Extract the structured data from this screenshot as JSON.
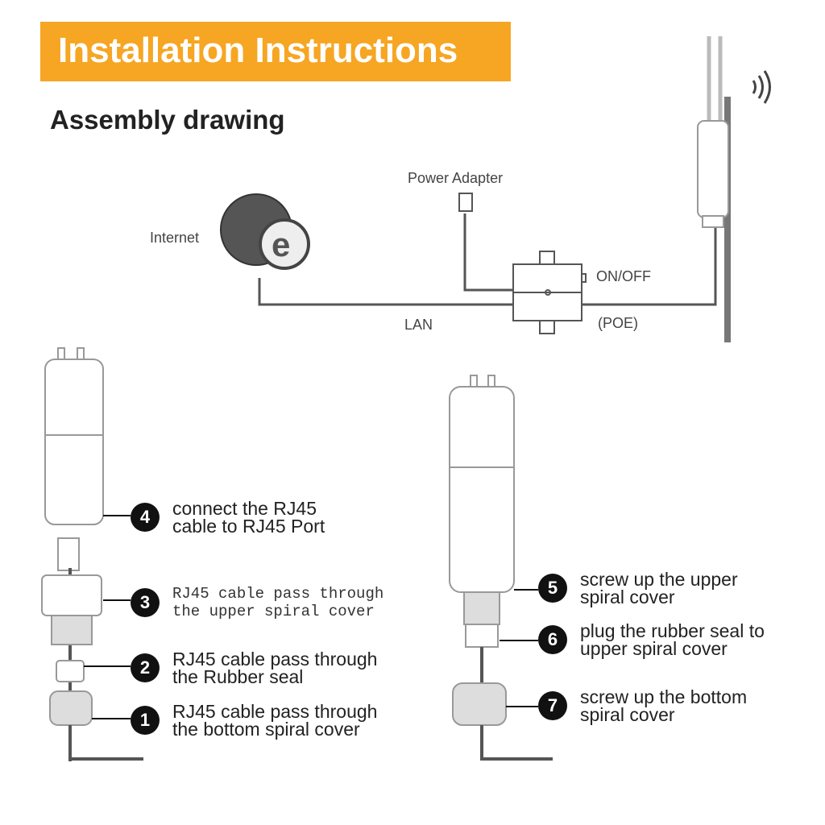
{
  "header": {
    "title": "Installation Instructions",
    "subtitle": "Assembly drawing"
  },
  "diagram": {
    "internet": "Internet",
    "power_adapter": "Power Adapter",
    "on_off": "ON/OFF",
    "lan": "LAN",
    "poe": "(POE)"
  },
  "steps": [
    {
      "num": "1",
      "text": "RJ45 cable pass through\nthe bottom spiral cover"
    },
    {
      "num": "2",
      "text": "RJ45 cable pass through\nthe Rubber seal"
    },
    {
      "num": "3",
      "text": "RJ45 cable pass through\nthe upper spiral cover"
    },
    {
      "num": "4",
      "text": "connect the RJ45\ncable to RJ45 Port"
    },
    {
      "num": "5",
      "text": "screw up the upper\nspiral cover"
    },
    {
      "num": "6",
      "text": "plug the rubber seal to\nupper spiral cover"
    },
    {
      "num": "7",
      "text": "screw up the bottom\nspiral cover"
    }
  ],
  "colors": {
    "banner": "#f6a623"
  }
}
